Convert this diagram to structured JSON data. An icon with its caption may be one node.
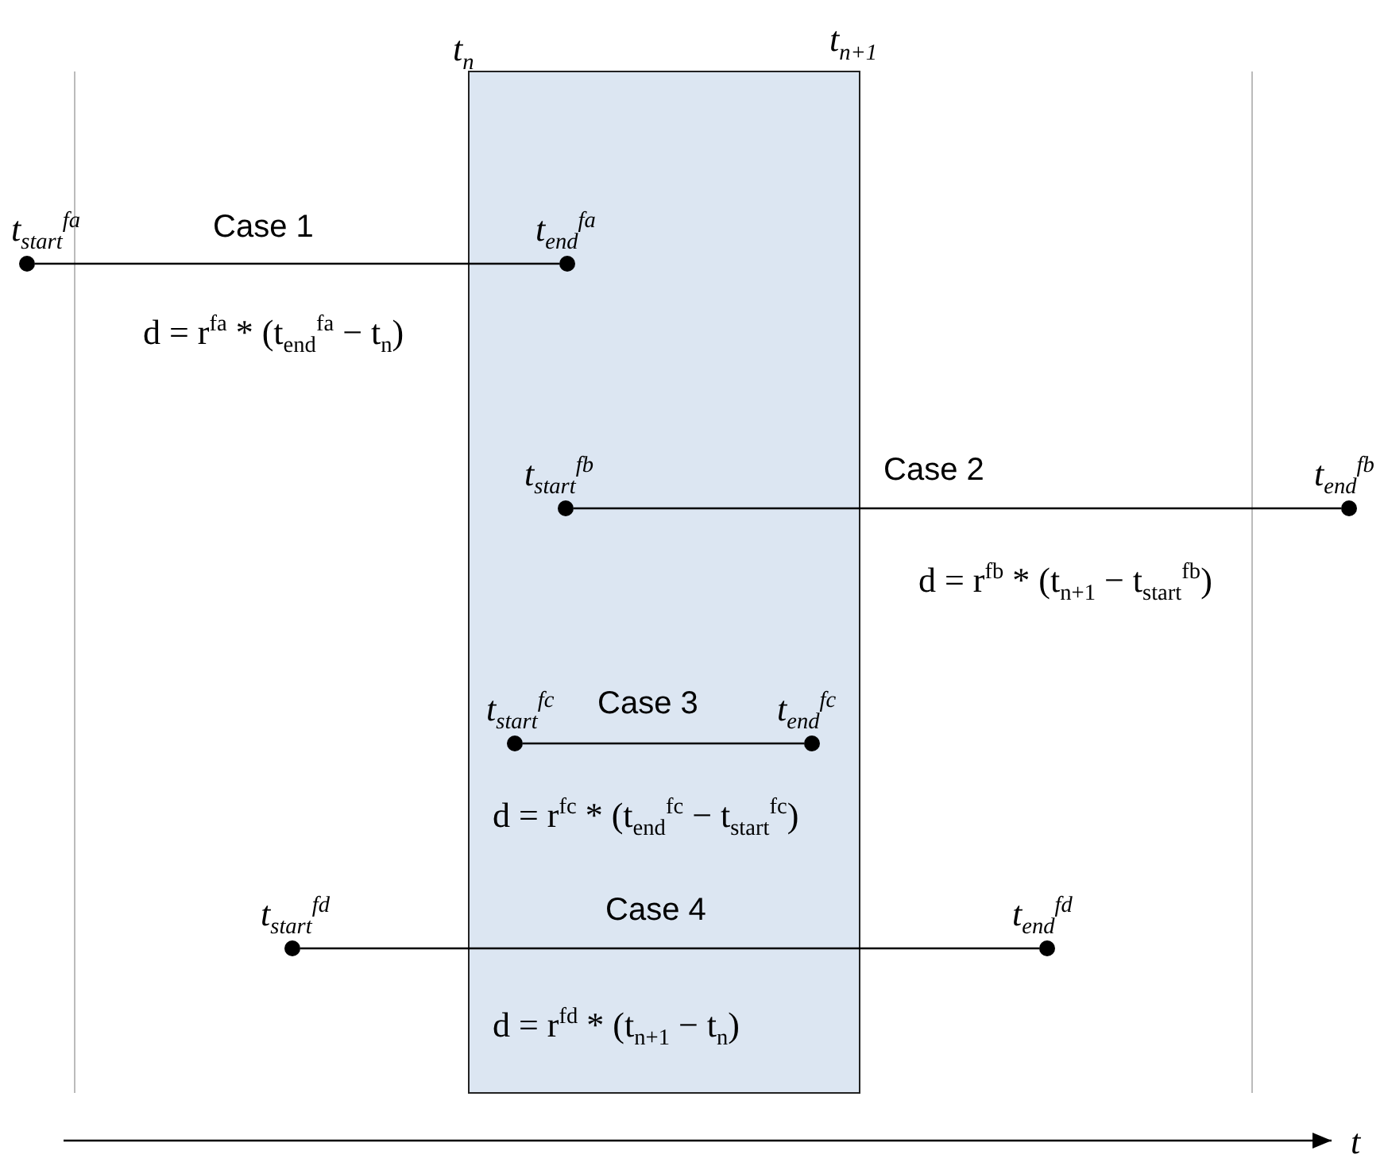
{
  "diagram": {
    "nodes": [
      {
        "text": [
          "t$_{start}$$^{fa}$"
        ]
      },
      {
        "text": [
          "t$_{end}$$^{fa}$"
        ]
      },
      {
        "text": [
          "t$_{start}$$^{fb}$"
        ]
      },
      {
        "text": [
          "t$_{end}$$^{fb}$"
        ]
      },
      {
        "text": [
          "t$_{start}$$^{fc}$"
        ]
      },
      {
        "text": [
          "t$_{end}$$^{fc}$"
        ]
      },
      {
        "text": [
          "t$_{start}$$^{fd}$"
        ]
      },
      {
        "text": [
          "t$_{end}$$^{fd}$"
        ]
      }
    ],
    "edges": [
      {
        "from": 0,
        "to": 1,
        "arrow": "none",
        "label": "Case 1"
      },
      {
        "from": 2,
        "to": 3,
        "arrow": "none",
        "label": "Case 2"
      },
      {
        "from": 4,
        "to": 5,
        "arrow": "none",
        "label": "Case 3"
      },
      {
        "from": 6,
        "to": 7,
        "arrow": "none",
        "label": "Case 4"
      }
    ],
    "labels": [
      "t$_{n}$",
      "t$_{n+1}$",
      "d = r$^{fa}$ * (t$_{end}$$^{fa}$ − t$_{n}$)",
      "d = r$^{fb}$ * (t$_{n+1}$ − t$_{start}$$^{fb}$)",
      "d = r$^{fc}$ * (t$_{end}$$^{fc}$ − t$_{start}$$^{fc}$)",
      "d = r$^{fd}$ * (t$_{n+1}$ − t$_{n}$)",
      "t"
    ]
  }
}
